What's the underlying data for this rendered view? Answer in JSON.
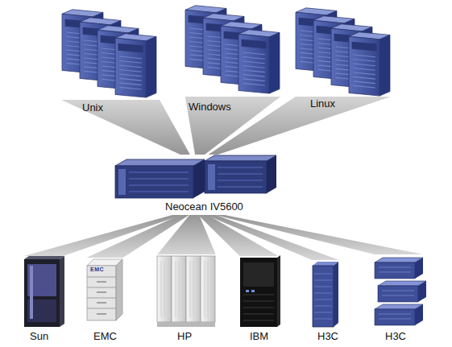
{
  "diagram": {
    "nodes": [
      {
        "text": [
          "Unix"
        ]
      },
      {
        "text": [
          "Windows"
        ]
      },
      {
        "text": [
          "Linux"
        ]
      },
      {
        "text": [
          "Neocean IV5600"
        ]
      },
      {
        "text": [
          "Sun"
        ]
      },
      {
        "text": [
          "EMC",
          "EMC"
        ]
      },
      {
        "text": [
          "HP"
        ]
      },
      {
        "text": [
          "IBM"
        ]
      },
      {
        "text": [
          "H3C"
        ]
      },
      {
        "text": [
          "H3C"
        ]
      }
    ],
    "edges": [
      {
        "from": 0,
        "to": 3,
        "arrow": "none"
      },
      {
        "from": 1,
        "to": 3,
        "arrow": "none"
      },
      {
        "from": 2,
        "to": 3,
        "arrow": "none"
      },
      {
        "from": 3,
        "to": 4,
        "arrow": "none"
      },
      {
        "from": 3,
        "to": 5,
        "arrow": "none"
      },
      {
        "from": 3,
        "to": 6,
        "arrow": "none"
      },
      {
        "from": 3,
        "to": 7,
        "arrow": "none"
      },
      {
        "from": 3,
        "to": 8,
        "arrow": "none"
      },
      {
        "from": 3,
        "to": 9,
        "arrow": "none"
      }
    ]
  }
}
